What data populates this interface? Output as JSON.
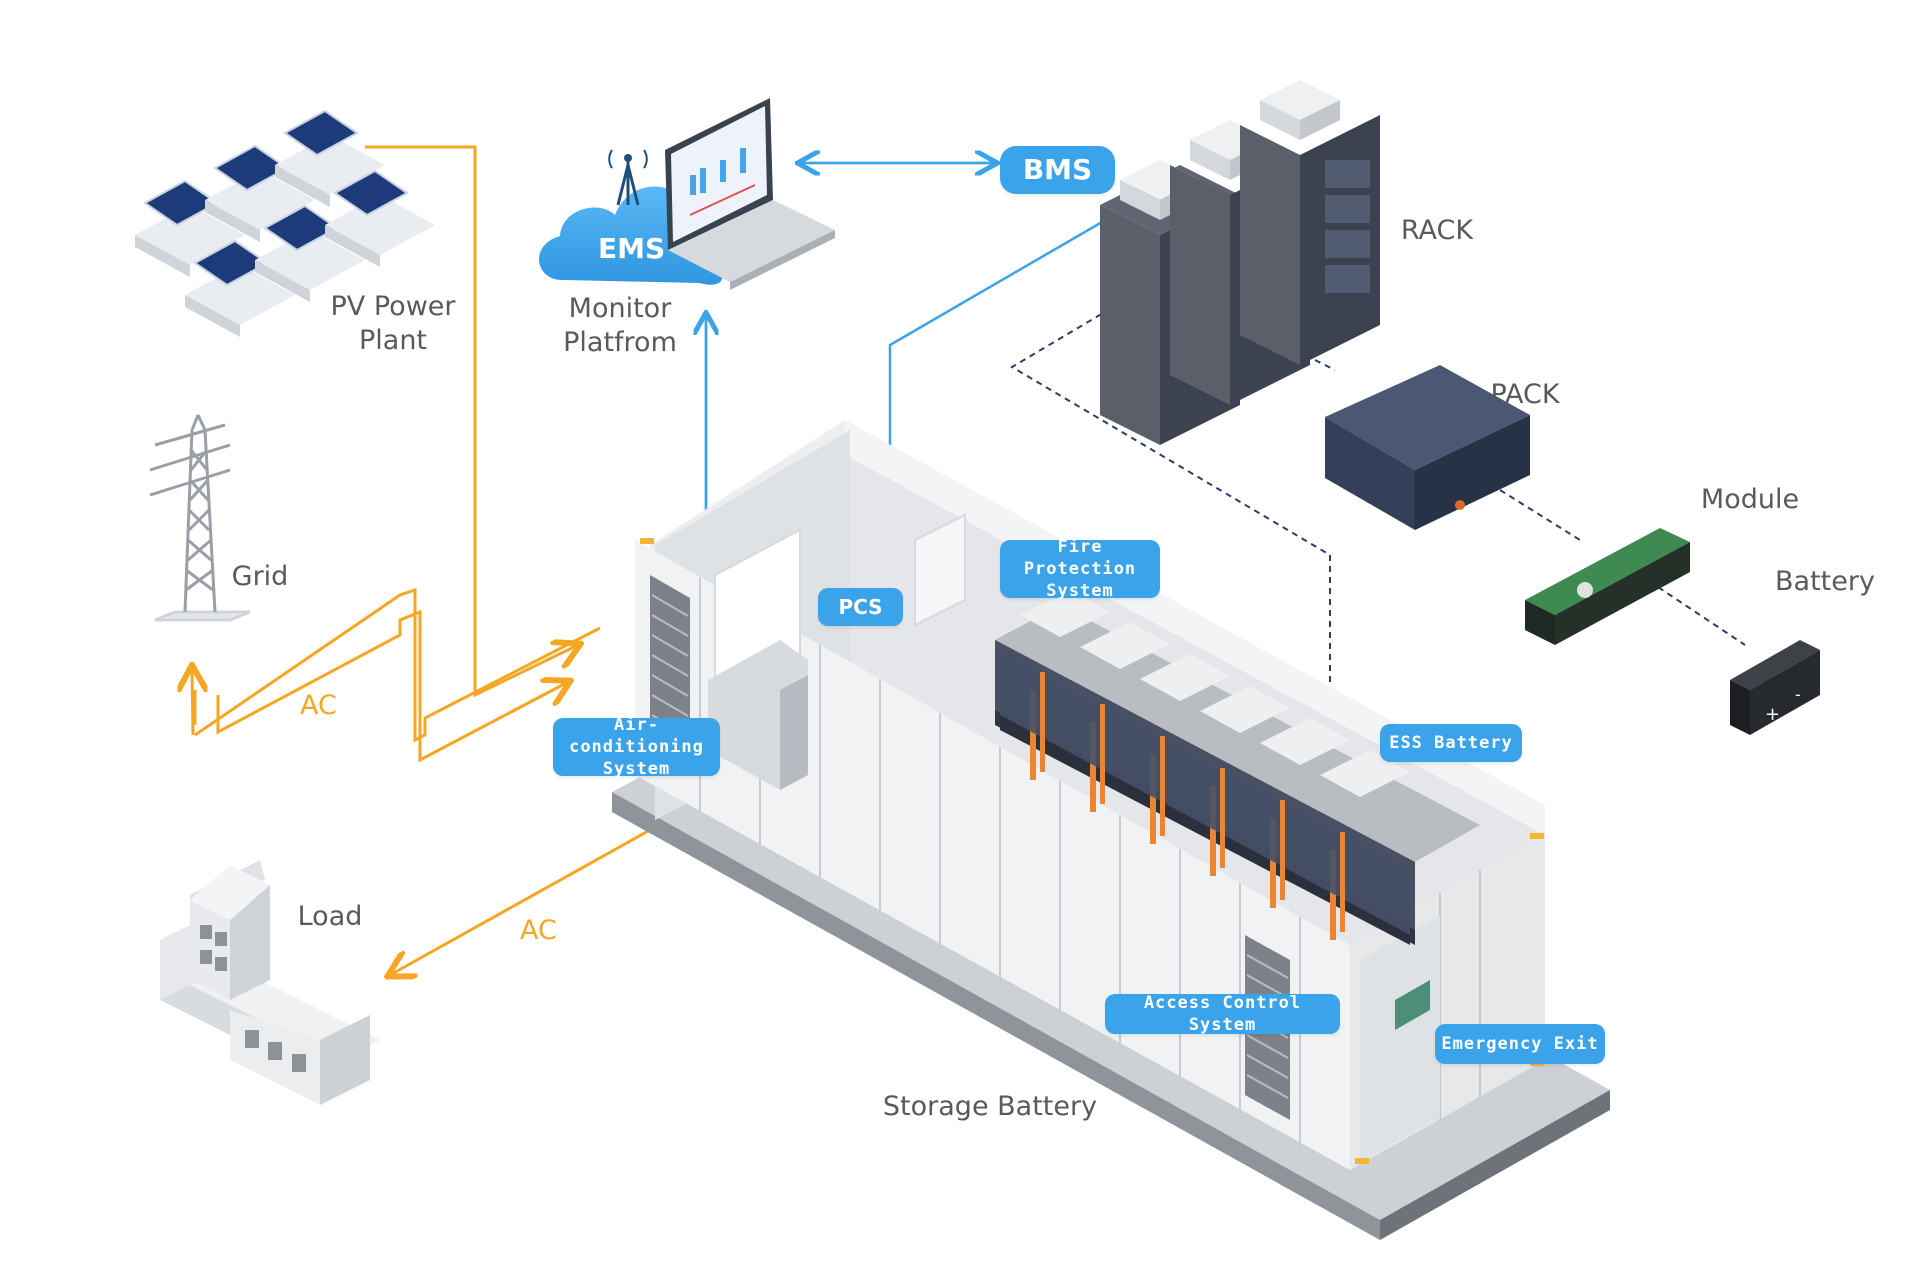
{
  "labels": {
    "pv_plant": "PV Power\nPlant",
    "monitor": "Monitor\nPlatfrom",
    "grid": "Grid",
    "load": "Load",
    "rack": "RACK",
    "pack": "PACK",
    "module": "Module",
    "battery": "Battery",
    "storage_battery": "Storage Battery",
    "ac_upper": "AC",
    "ac_lower": "AC",
    "ems": "EMS"
  },
  "callouts": {
    "bms": "BMS",
    "pcs": "PCS",
    "fire_protection": "Fire Protection\nSystem",
    "air_conditioning": "Air-conditioning\nSystem",
    "ess_battery": "ESS Battery",
    "access_control": "Access Control System",
    "emergency_exit": "Emergency Exit"
  },
  "colors": {
    "ac_power_line": "#f5a623",
    "communication_line": "#3ba3ea",
    "callout_fill": "#3ba3ea",
    "hierarchy_dashed": "#2c3e66"
  }
}
